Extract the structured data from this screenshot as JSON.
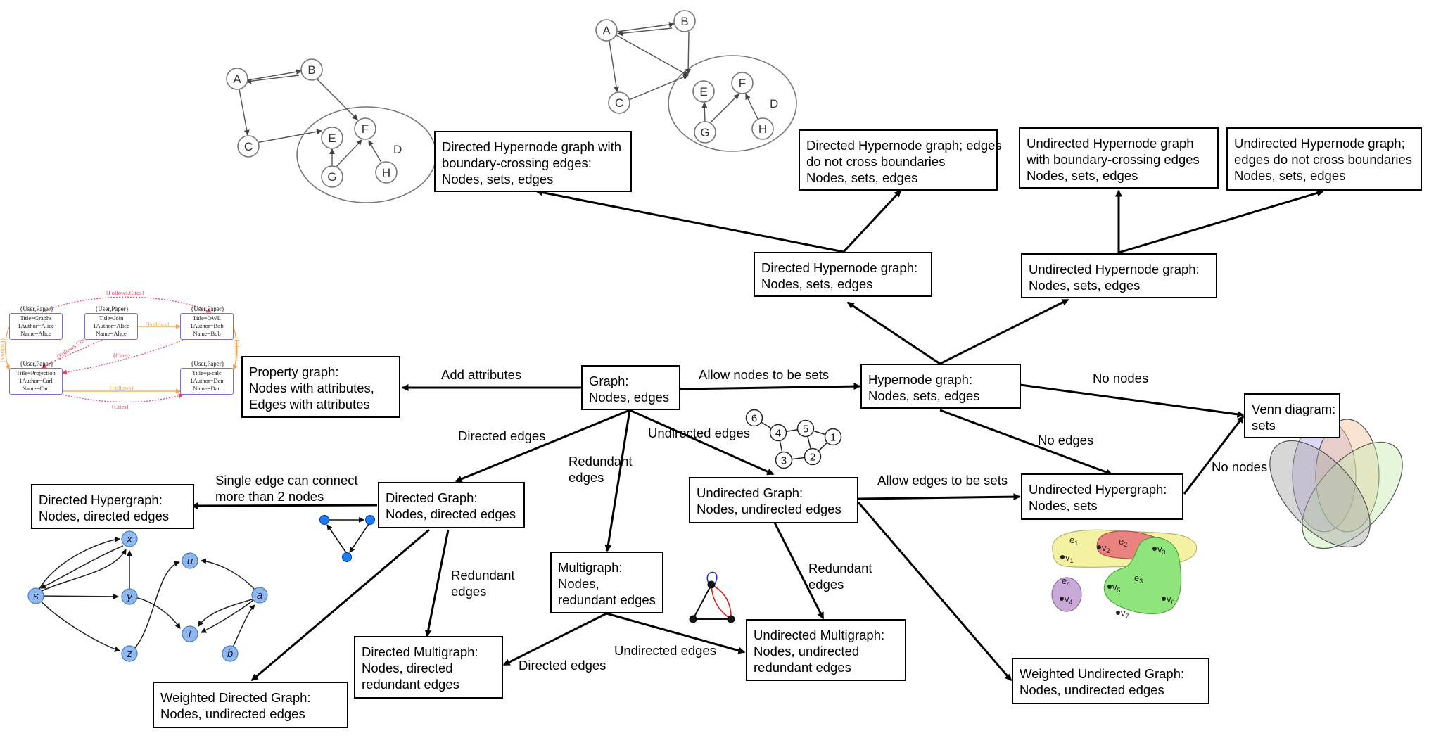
{
  "boxes": {
    "graph": [
      "Graph:",
      "Nodes, edges"
    ],
    "property_graph": [
      "Property graph:",
      "Nodes with attributes,",
      "Edges with attributes"
    ],
    "hypernode_graph": [
      "Hypernode graph:",
      "Nodes, sets, edges"
    ],
    "venn_diagram": [
      "Venn diagram:",
      "sets"
    ],
    "directed_hypernode": [
      "Directed Hypernode graph:",
      "Nodes, sets, edges"
    ],
    "undirected_hypernode": [
      "Undirected Hypernode graph:",
      "Nodes, sets, edges"
    ],
    "directed_hypernode_crossing": [
      "Directed Hypernode graph with",
      "boundary-crossing edges:",
      "Nodes, sets, edges"
    ],
    "directed_hypernode_no_cross": [
      "Directed Hypernode graph; edges",
      "do not cross boundaries",
      "Nodes, sets, edges"
    ],
    "undirected_hypernode_crossing": [
      "Undirected Hypernode graph",
      "with boundary-crossing edges",
      "Nodes, sets, edges"
    ],
    "undirected_hypernode_no_cross": [
      "Undirected Hypernode graph;",
      "edges do not cross boundaries",
      "Nodes, sets, edges"
    ],
    "directed_graph": [
      "Directed Graph:",
      "Nodes, directed edges"
    ],
    "directed_hypergraph": [
      "Directed Hypergraph:",
      "Nodes, directed edges"
    ],
    "undirected_graph": [
      "Undirected Graph:",
      "Nodes, undirected edges"
    ],
    "undirected_hypergraph": [
      "Undirected Hypergraph:",
      "Nodes, sets"
    ],
    "multigraph": [
      "Multigraph:",
      "Nodes,",
      "redundant edges"
    ],
    "directed_multigraph": [
      "Directed Multigraph:",
      "Nodes, directed",
      "redundant edges"
    ],
    "undirected_multigraph": [
      "Undirected Multigraph:",
      "Nodes, undirected",
      "redundant edges"
    ],
    "weighted_directed": [
      "Weighted Directed Graph:",
      "Nodes, undirected edges"
    ],
    "weighted_undirected": [
      "Weighted Undirected Graph:",
      "Nodes, undirected edges"
    ]
  },
  "edge_labels": {
    "add_attributes": [
      "Add attributes"
    ],
    "allow_nodes_sets": [
      "Allow nodes to be sets"
    ],
    "no_nodes_1": [
      "No nodes"
    ],
    "no_edges": [
      "No edges"
    ],
    "no_nodes_2": [
      "No nodes"
    ],
    "directed_edges_1": [
      "Directed edges"
    ],
    "redundant_edges_1": [
      "Redundant",
      "edges"
    ],
    "undirected_edges_1": [
      "Undirected edges"
    ],
    "single_edge": [
      "Single edge can connect",
      "more than 2 nodes"
    ],
    "allow_edges_sets": [
      "Allow edges to be sets"
    ],
    "redundant_edges_2": [
      "Redundant",
      "edges"
    ],
    "redundant_edges_3": [
      "Redundant",
      "edges"
    ],
    "directed_edges_2": [
      "Directed edges"
    ],
    "undirected_edges_2": [
      "Undirected edges"
    ]
  },
  "thumbnails": {
    "hypernode_left": {
      "nodes": [
        "A",
        "B",
        "C",
        "E",
        "F",
        "G",
        "H"
      ],
      "set_label": "D"
    },
    "hypernode_right": {
      "nodes": [
        "A",
        "B",
        "C",
        "E",
        "F",
        "G",
        "H"
      ],
      "set_label": "D"
    },
    "numbered_graph": {
      "nodes": [
        "1",
        "2",
        "3",
        "4",
        "5",
        "6"
      ]
    },
    "st_graph": {
      "nodes": [
        "x",
        "s",
        "y",
        "z",
        "u",
        "t",
        "a",
        "b"
      ]
    },
    "hypergraph_sets": {
      "sets": [
        "e",
        "e",
        "e",
        "e"
      ],
      "set_subs": [
        "1",
        "2",
        "3",
        "4"
      ],
      "vertices": [
        "v",
        "v",
        "v",
        "v",
        "v",
        "v",
        "v"
      ],
      "vertex_subs": [
        "1",
        "2",
        "3",
        "4",
        "5",
        "6",
        "7"
      ]
    },
    "property_graph_example": {
      "nodes": [
        {
          "type": "{User,Paper}",
          "title": "Title=Graphs",
          "author": "1Author=Alice",
          "name": "Name=Alice"
        },
        {
          "type": "{User,Paper}",
          "title": "Title=Join",
          "author": "1Author=Alice",
          "name": "Name=Alice"
        },
        {
          "type": "{User,Paper}",
          "title": "Title=OWL",
          "author": "1Author=Bob",
          "name": "Name=Bob"
        },
        {
          "type": "{User,Paper}",
          "title": "Title=Projection",
          "author": "1Author=Carl",
          "name": "Name=Carl"
        },
        {
          "type": "{User,Paper}",
          "title": "Title=μ-calc",
          "author": "1Author=Dan",
          "name": "Name=Dan"
        }
      ],
      "edge_labels": [
        "{Follows,Cites}",
        "{Follows}",
        "{Follows}",
        "{Follows,Cites}",
        "{Cites}",
        "{Follows}",
        "{Follows}",
        "{Cites}"
      ]
    }
  },
  "colors": {
    "line": "#000000",
    "thumb_gray": "#666666",
    "blue_node": "#1a7cff",
    "st_node": "#8fb8ef",
    "st_edge": "#222222",
    "venn": [
      "#b8a8e6",
      "#f3c39a",
      "#c5ecae",
      "#a6a6a6"
    ],
    "hyper_e1": "#f3f1a2",
    "hyper_e2": "#e9837f",
    "hyper_e3": "#8fe47c",
    "hyper_e4": "#c8a9d8",
    "pg_orange": "#f1a24a",
    "pg_red": "#e2435e",
    "pg_node_border": "#7b6fd0"
  }
}
